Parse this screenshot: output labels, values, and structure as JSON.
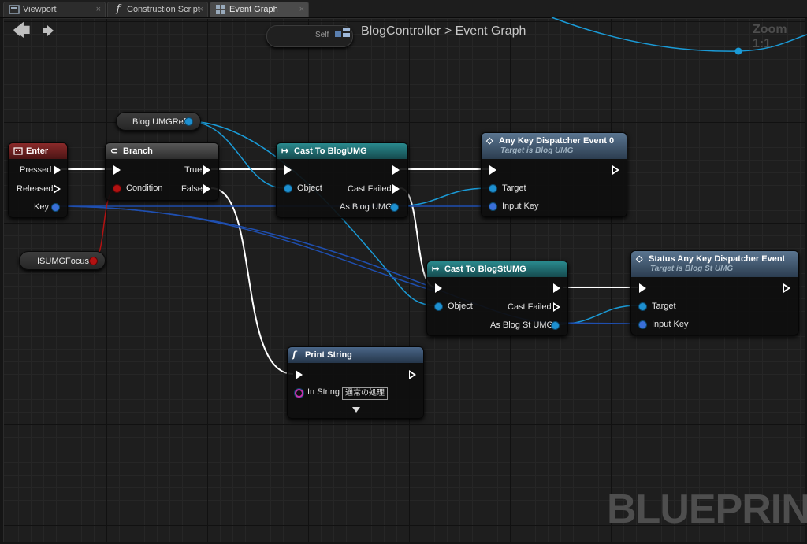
{
  "tabs": [
    {
      "label": "Viewport",
      "icon": "viewport-icon"
    },
    {
      "label": "Construction Script",
      "icon": "function-icon"
    },
    {
      "label": "Event Graph",
      "icon": "event-graph-icon"
    }
  ],
  "toolbar": {
    "back": "back-arrow-icon",
    "forward": "forward-arrow-icon",
    "self_label": "Self",
    "breadcrumb": "BlogController > Event Graph",
    "zoom": "Zoom 1:1"
  },
  "nodes": {
    "enter": {
      "title": "Enter",
      "pressed": "Pressed",
      "released": "Released",
      "key": "Key"
    },
    "branch": {
      "title": "Branch",
      "condition": "Condition",
      "true": "True",
      "false": "False"
    },
    "blog_umg_ref": {
      "label": "Blog UMGRef"
    },
    "isumg_focus": {
      "label": "ISUMGFocus"
    },
    "cast_blogumg": {
      "title": "Cast To BlogUMG",
      "object": "Object",
      "cast_failed": "Cast Failed",
      "as_out": "As Blog UMG"
    },
    "any_key_dispatcher": {
      "title": "Any Key Dispatcher Event 0",
      "subtitle": "Target is Blog UMG",
      "target": "Target",
      "input_key": "Input Key"
    },
    "cast_blogstumg": {
      "title": "Cast To BlogStUMG",
      "object": "Object",
      "cast_failed": "Cast Failed",
      "as_out": "As Blog St UMG"
    },
    "status_dispatcher": {
      "title": "Status Any Key Dispatcher Event",
      "subtitle": "Target is Blog St UMG",
      "target": "Target",
      "input_key": "Input Key"
    },
    "print_string": {
      "title": "Print String",
      "in_string": "In String",
      "in_string_value": "通常の処理"
    }
  },
  "watermark": "BLUEPRINT",
  "colors": {
    "exec_wire": "#ffffff",
    "object_wire": "#1a9ad6",
    "struct_wire": "#1f4fb0",
    "bool_wire": "#b31212",
    "event_header": "#7a1f1f",
    "cast_header": "#1f6e72",
    "function_header": "#39506b"
  }
}
